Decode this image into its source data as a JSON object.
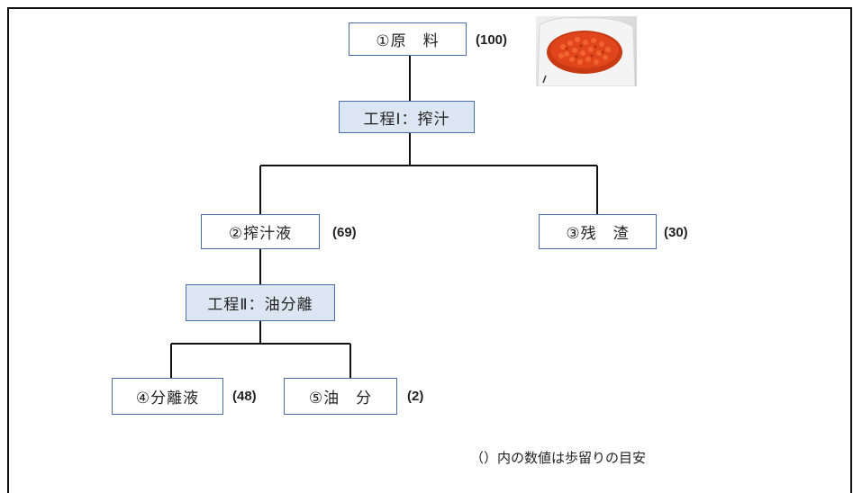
{
  "nodes": {
    "raw": {
      "label": "①原　料",
      "yield": "(100)"
    },
    "process1": {
      "label": "工程Ⅰ：搾汁"
    },
    "juice": {
      "label": "②搾汁液",
      "yield": "(69)"
    },
    "residue": {
      "label": "③残　渣",
      "yield": "(30)"
    },
    "process2": {
      "label": "工程Ⅱ：油分離"
    },
    "separated": {
      "label": "④分離液",
      "yield": "(48)"
    },
    "oil": {
      "label": "⑤油　分",
      "yield": "(2)"
    }
  },
  "note": "（）内の数値は歩留りの目安",
  "colors": {
    "process_fill": "#dce6f2",
    "node_border": "#4a6fa5",
    "connector": "#111111",
    "berry": "#e0451c"
  },
  "photo": {
    "icon": "sea-buckthorn-berries-photo"
  }
}
